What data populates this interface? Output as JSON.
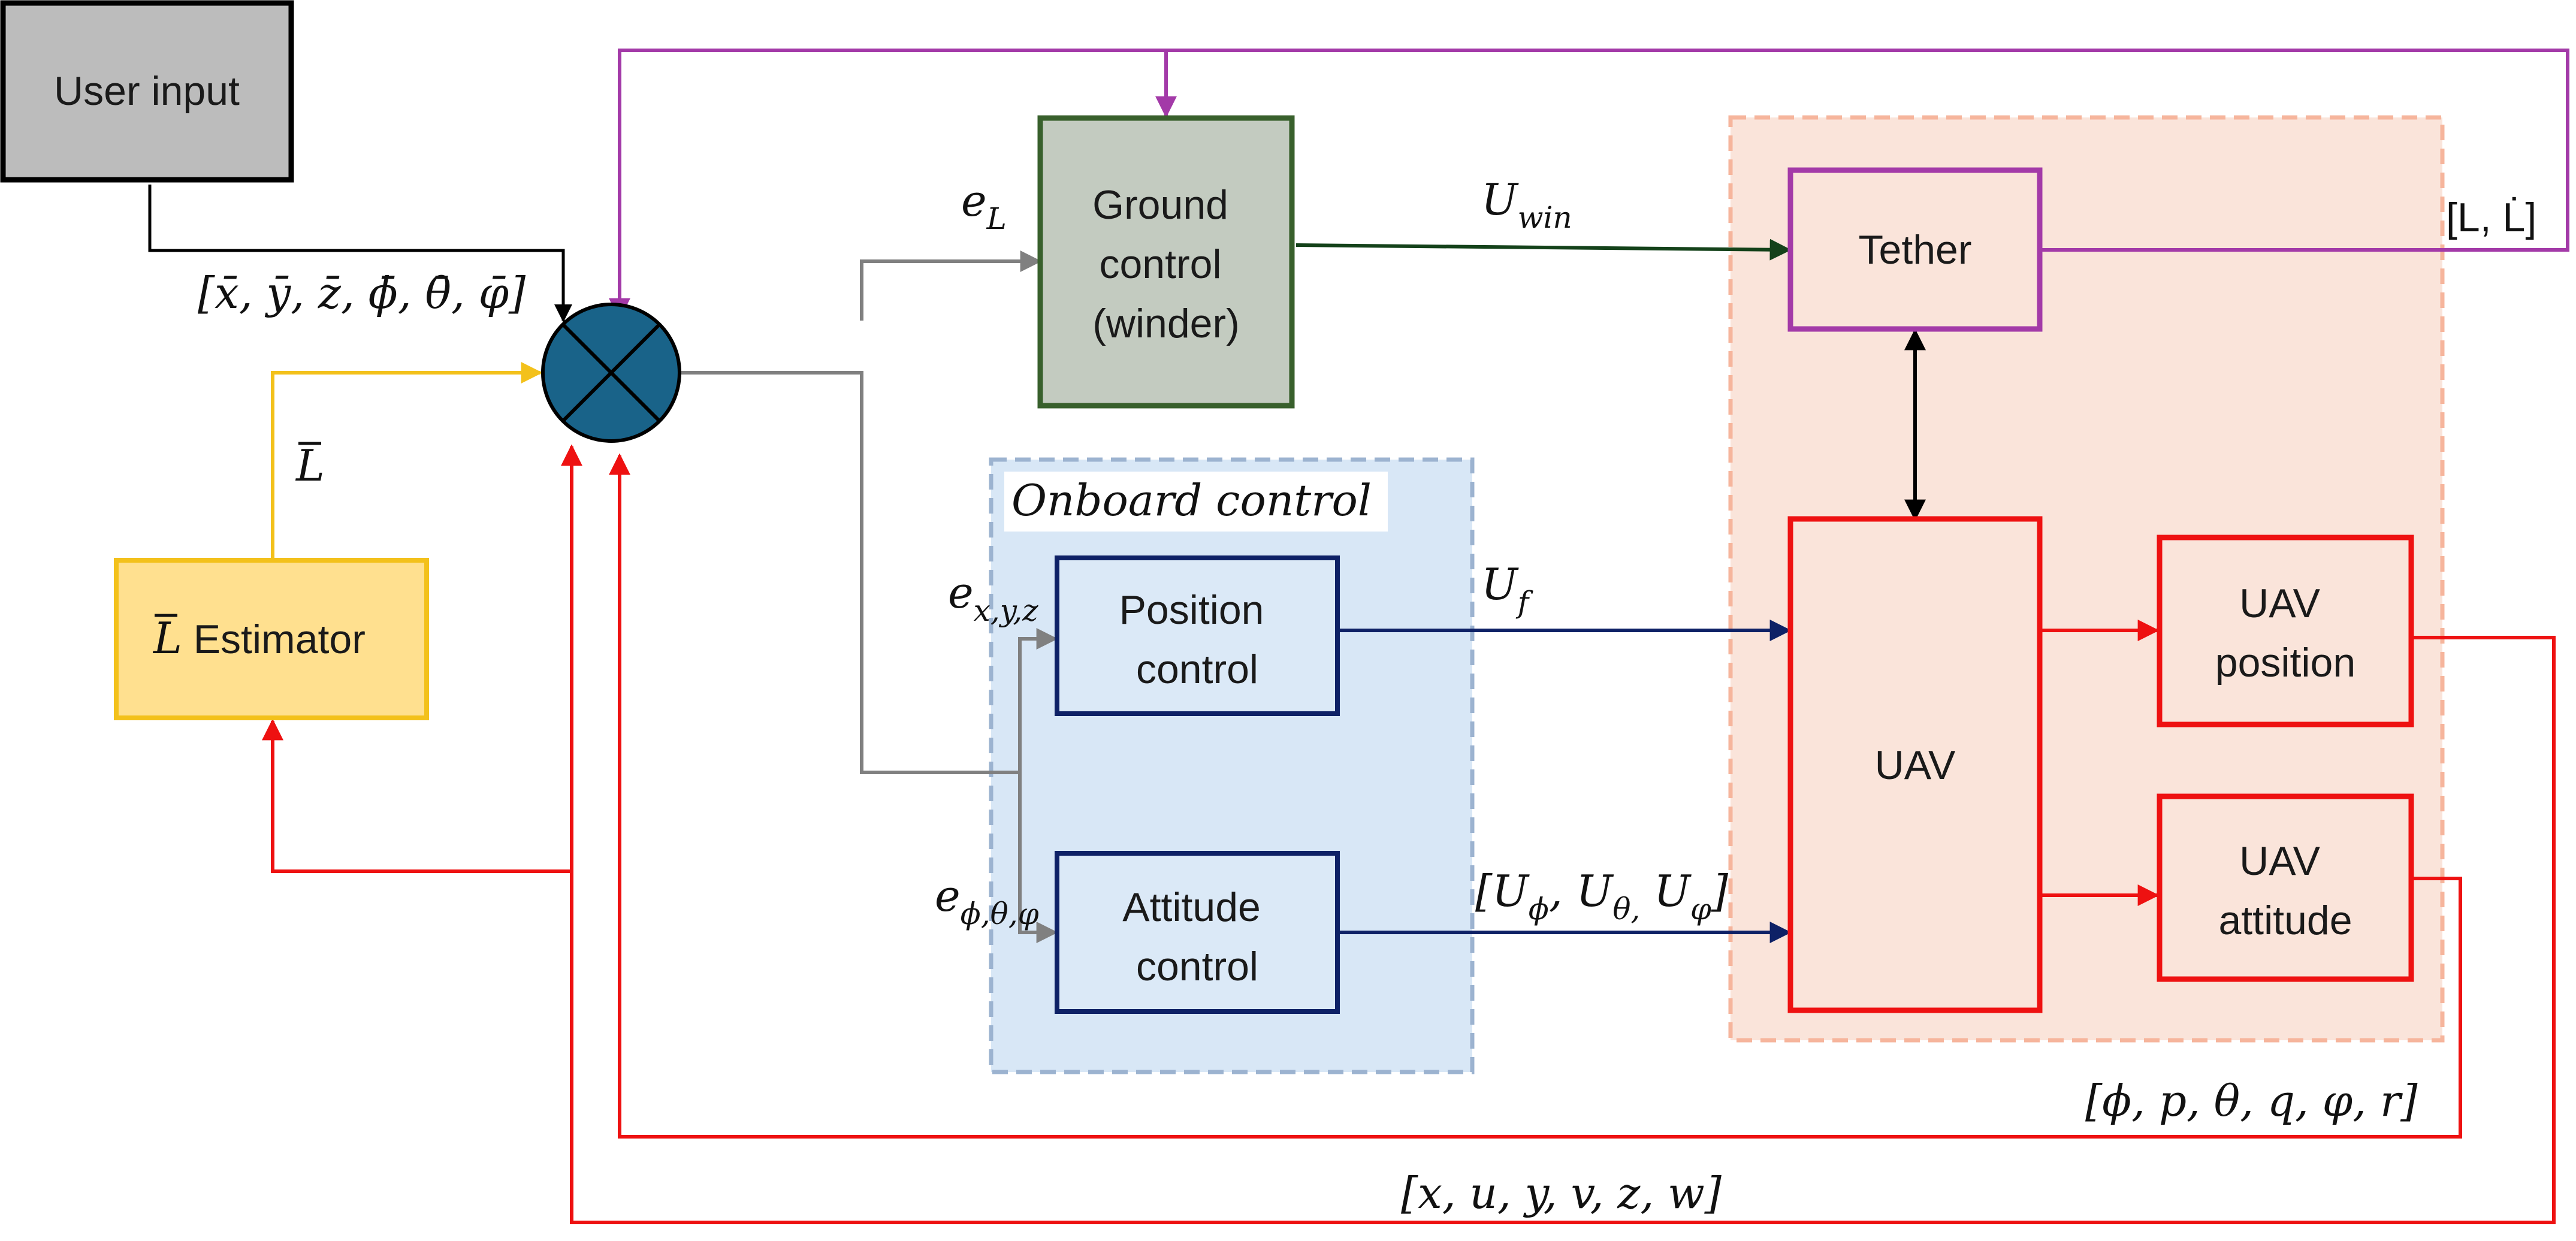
{
  "boxes": {
    "user_input": "User input",
    "ground_control": [
      "Ground",
      "control",
      "(winder)"
    ],
    "tether": "Tether",
    "onboard_title": "Onboard control",
    "position_control": [
      "Position",
      "control"
    ],
    "attitude_control": [
      "Attitude",
      "control"
    ],
    "uav": "UAV",
    "uav_position": [
      "UAV",
      "position"
    ],
    "uav_attitude": [
      "UAV",
      "attitude"
    ],
    "estimator_bar": "L",
    "estimator": " Estimator"
  },
  "signals": {
    "ref_vector": "[x̄, ȳ, z̄, ϕ̄, θ̄, φ̄]",
    "l_bar": "L",
    "e_l": "e",
    "e_l_sub": "L",
    "u_win": "U",
    "u_win_sub": "win",
    "l_ldot": "[L, L̇]",
    "u_f": "U",
    "u_f_sub": "f",
    "e_xyz": "e",
    "e_xyz_sub": "x,y,z",
    "e_ang": "e",
    "e_ang_sub": "ϕ,θ,φ",
    "u_angles_open": "[U",
    "u_phi_sub": "ϕ",
    "u_theta": ", U",
    "u_theta_sub": "θ,",
    "u_varphi": " U",
    "u_varphi_sub": "φ",
    "u_angles_close": "]",
    "attitude_fb": "[ϕ, p, θ, q, φ, r]",
    "position_fb": "[x, u, y, v, z, w]"
  },
  "colors": {
    "black": "#000000",
    "purple": "#a33aa8",
    "yellow": "#f3c11b",
    "red": "#ee1111",
    "gray": "#808080",
    "navy": "#0e2166",
    "dark_green": "#14421a",
    "summing": "#196389",
    "user_fill": "#bcbcbc",
    "ground_fill": "#c3cbc0",
    "ground_stroke": "#38602c",
    "estimator_fill": "#ffe08f",
    "onboard_fill": "#d8e7f6",
    "onboard_dash": "#9cb3d0",
    "tether_zone_fill": "#fae4da",
    "tether_zone_dash": "#f6b59c",
    "control_fill": "#dbe9f7"
  }
}
